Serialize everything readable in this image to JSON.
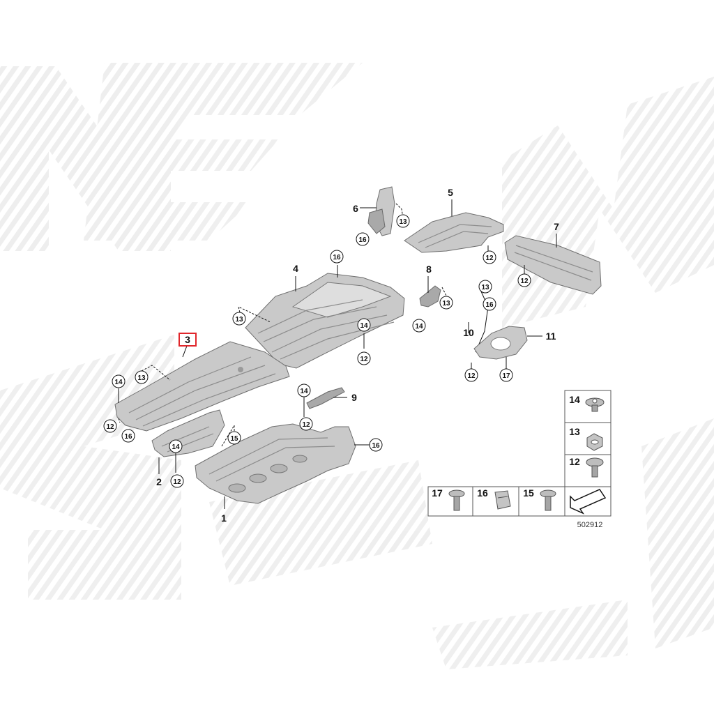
{
  "diagram": {
    "part_labels": {
      "p1": "1",
      "p2": "2",
      "p3": "3",
      "p4": "4",
      "p5": "5",
      "p6": "6",
      "p7": "7",
      "p8": "8",
      "p9": "9",
      "p10": "10",
      "p11": "11"
    },
    "highlight_color": "#e0262b",
    "callouts": {
      "c12": "12",
      "c13": "13",
      "c14": "14",
      "c15": "15",
      "c16": "16",
      "c17": "17"
    },
    "fastener_legend": {
      "items": [
        "14",
        "13",
        "12",
        "17",
        "16",
        "15"
      ]
    },
    "diagram_id": "502912"
  }
}
